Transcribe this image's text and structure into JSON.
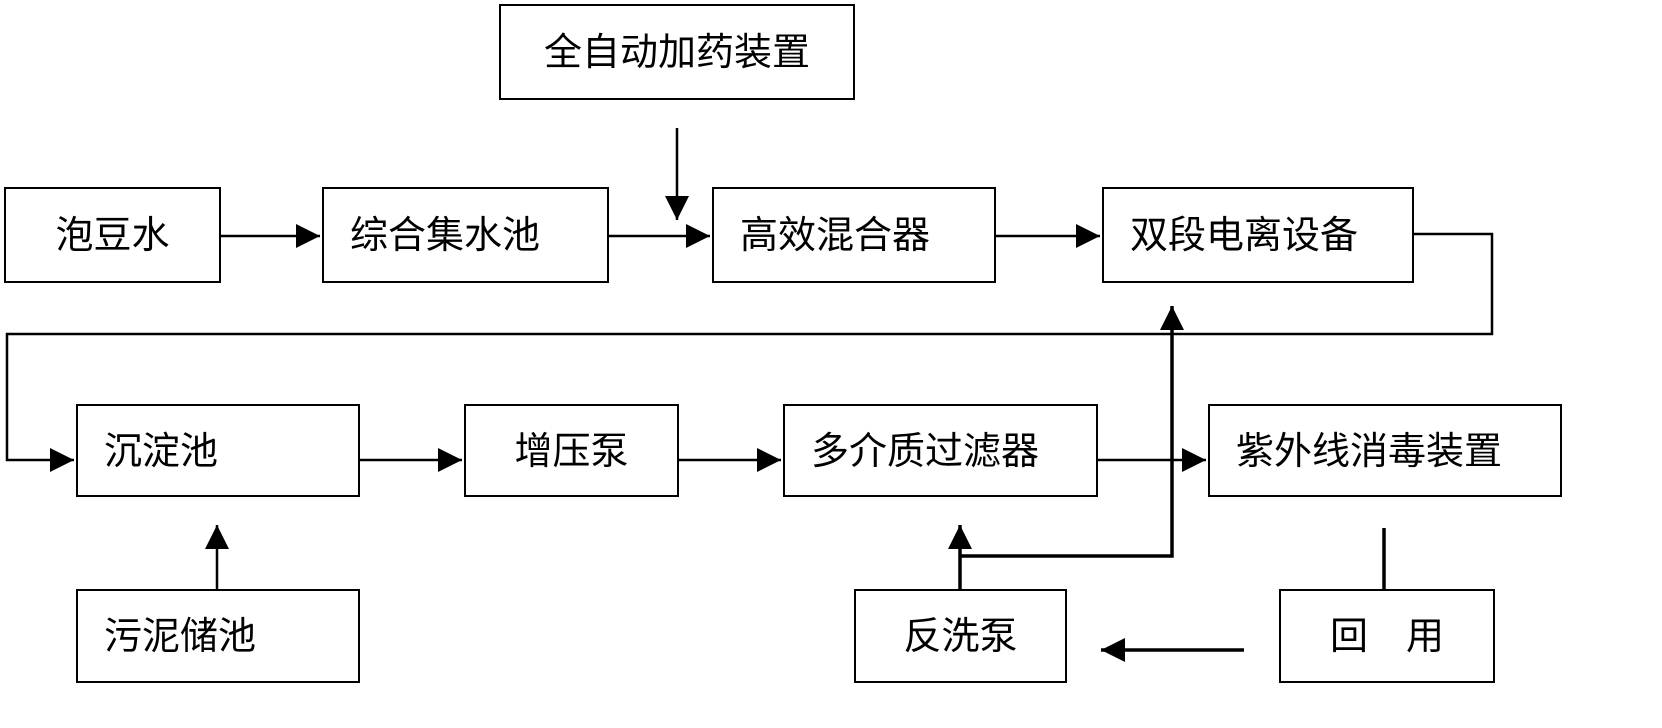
{
  "diagram": {
    "nodes": {
      "dosing": "全自动加药装置",
      "raw_water": "泡豆水",
      "collection_tank": "综合集水池",
      "mixer": "高效混合器",
      "electrolysis": "双段电离设备",
      "settling_tank": "沉淀池",
      "booster_pump": "增压泵",
      "media_filter": "多介质过滤器",
      "uv_disinfection": "紫外线消毒装置",
      "sludge_tank": "污泥储池",
      "backwash_pump": "反洗泵",
      "reuse": "回　用"
    },
    "edges": [
      {
        "from": "dosing",
        "to": "mixer"
      },
      {
        "from": "raw_water",
        "to": "collection_tank"
      },
      {
        "from": "collection_tank",
        "to": "mixer"
      },
      {
        "from": "mixer",
        "to": "electrolysis"
      },
      {
        "from": "electrolysis",
        "to": "settling_tank"
      },
      {
        "from": "settling_tank",
        "to": "booster_pump"
      },
      {
        "from": "booster_pump",
        "to": "media_filter"
      },
      {
        "from": "media_filter",
        "to": "uv_disinfection"
      },
      {
        "from": "sludge_tank",
        "to": "settling_tank"
      },
      {
        "from": "uv_disinfection",
        "to": "reuse"
      },
      {
        "from": "reuse",
        "to": "backwash_pump"
      },
      {
        "from": "backwash_pump",
        "to": "media_filter"
      },
      {
        "from": "backwash_pump",
        "to": "electrolysis"
      }
    ]
  }
}
